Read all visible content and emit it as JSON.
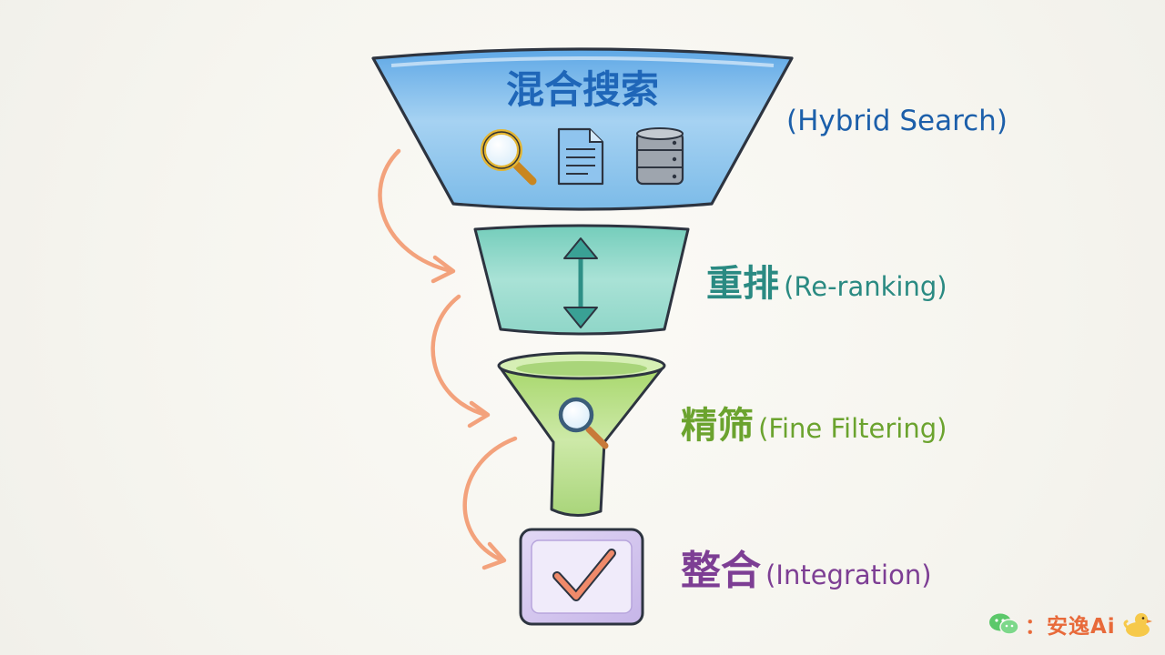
{
  "stages": [
    {
      "label_cn": "混合搜索",
      "label_en": "(Hybrid Search)",
      "color": "#1f66b8",
      "fill": "#7cbbe8"
    },
    {
      "label_cn": "重排",
      "label_en": "(Re-ranking)",
      "color": "#2a8a82",
      "fill": "#8fd6c8"
    },
    {
      "label_cn": "精筛",
      "label_en": "(Fine Filtering)",
      "color": "#6ba32e",
      "fill": "#b9de86"
    },
    {
      "label_cn": "整合",
      "label_en": "(Integration)",
      "color": "#7d3e94",
      "fill": "#d7c9ef"
    }
  ],
  "arrow_color": "#f3a27c",
  "icons": [
    "search-icon",
    "document-icon",
    "database-icon",
    "up-down-arrow-icon",
    "search-icon",
    "checkmark-icon"
  ],
  "watermark": {
    "text": "：安逸Ai",
    "icons": [
      "wechat-icon",
      "duck-icon"
    ],
    "color": "#e86a3a"
  }
}
